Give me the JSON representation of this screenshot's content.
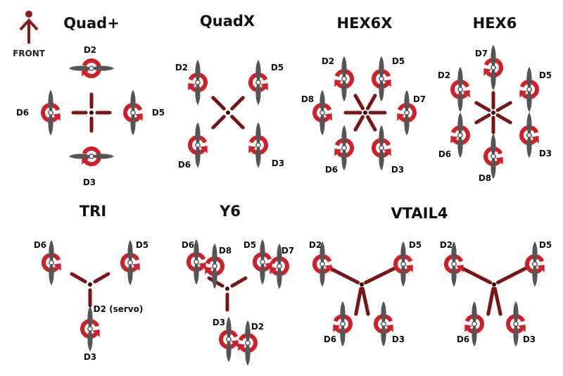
{
  "legend": {
    "front_label": "FRONT"
  },
  "titles": {
    "quad_plus": "Quad+",
    "quad_x": "QuadX",
    "hex6x": "HEX6X",
    "hex6": "HEX6",
    "tri": "TRI",
    "y6": "Y6",
    "vtail4": "VTAIL4"
  },
  "motors": {
    "quad_plus": [
      "D2",
      "D6",
      "D5",
      "D3"
    ],
    "quad_x": [
      "D2",
      "D5",
      "D6",
      "D3"
    ],
    "hex6x": [
      "D2",
      "D5",
      "D8",
      "D7",
      "D6",
      "D3"
    ],
    "hex6": [
      "D7",
      "D2",
      "D5",
      "D6",
      "D3",
      "D8"
    ],
    "tri": [
      "D6",
      "D5",
      "D2 (servo)",
      "D3"
    ],
    "y6": [
      "D6",
      "D8",
      "D5",
      "D7",
      "D3",
      "D2"
    ],
    "vtail4_a": [
      "D2",
      "D5",
      "D6",
      "D3"
    ],
    "vtail4_b": [
      "D2",
      "D5",
      "D6",
      "D3"
    ]
  },
  "colors": {
    "arm": "#7a1416",
    "rotor": "#d01f28",
    "prop": "#5a5a5a",
    "text": "#111111"
  }
}
